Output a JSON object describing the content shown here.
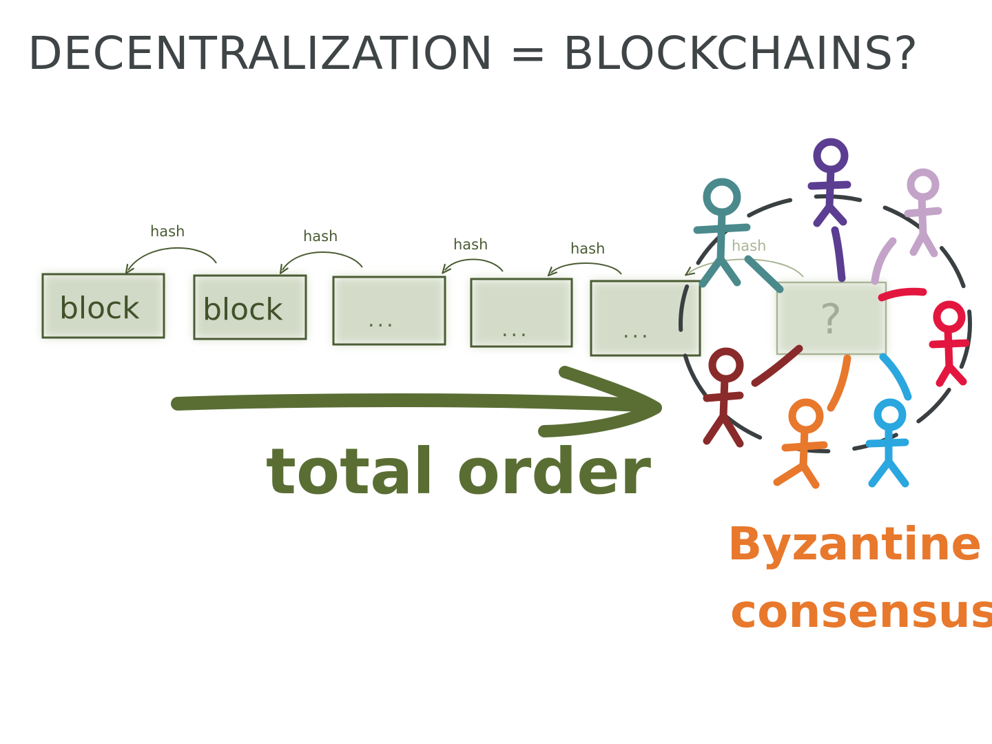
{
  "title": "DECENTRALIZATION = BLOCKCHAINS?",
  "chain": {
    "blocks": [
      {
        "label": "block"
      },
      {
        "label": "block"
      },
      {
        "label": "..."
      },
      {
        "label": "..."
      },
      {
        "label": "..."
      }
    ],
    "link_label": "hash",
    "pending_block_label": "?"
  },
  "arrow_label": "total order",
  "consensus": {
    "line1": "Byzantine",
    "line2": "consensus"
  },
  "colors": {
    "title": "#3f4446",
    "green_dark": "#5a6e34",
    "block_fill": "#cdd6c0",
    "orange": "#e8782c",
    "people": [
      "#4a8a8c",
      "#5b3d91",
      "#c4a3c9",
      "#e3163f",
      "#2aa7df",
      "#e8782c",
      "#8a2a2a"
    ]
  }
}
